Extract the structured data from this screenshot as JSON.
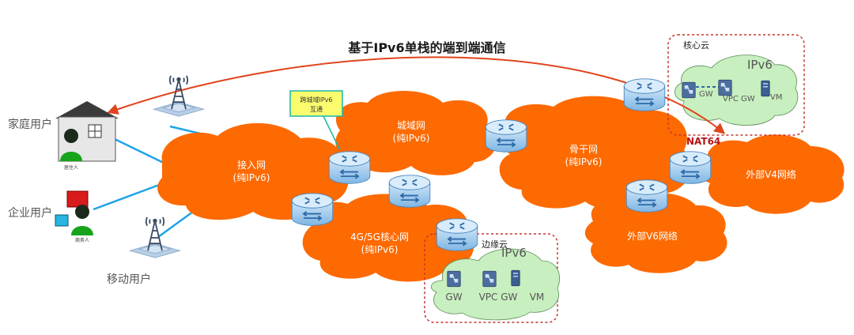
{
  "title": "基于IPv6单栈的端到端通信",
  "users": {
    "home": "家庭用户",
    "enterprise": "企业用户",
    "mobile": "移动用户",
    "home_person": "居住人",
    "enterprise_person": "商务人"
  },
  "clouds": {
    "access": {
      "name": "接入网",
      "sub": "(纯IPv6)"
    },
    "metro": {
      "name": "城域网",
      "sub": "(纯IPv6)"
    },
    "core4g5g": {
      "name": "4G/5G核心网",
      "sub": "(纯IPv6)"
    },
    "backbone": {
      "name": "骨干网",
      "sub": "(纯IPv6)"
    },
    "ext_v4": {
      "name": "外部V4网络"
    },
    "ext_v6": {
      "name": "外部V6网络"
    }
  },
  "callout": {
    "line1": "跨城域IPv6",
    "line2": "互通"
  },
  "nat": "NAT64",
  "core_cloud": {
    "title": "核心云",
    "ipv6": "IPv6",
    "gw": "GW",
    "vpc_gw": "VPC GW",
    "vm": "VM"
  },
  "edge_cloud": {
    "title": "边缘云",
    "ipv6": "IPv6",
    "gw": "GW",
    "vpc_gw": "VPC GW",
    "vm": "VM"
  },
  "colors": {
    "orange": "#fd6a02",
    "arrow": "#e0451d",
    "link": "#1fa3e8",
    "router": "#9cc8ec",
    "green_cloud": "#c8efbf",
    "dashed": "#c4362d"
  }
}
